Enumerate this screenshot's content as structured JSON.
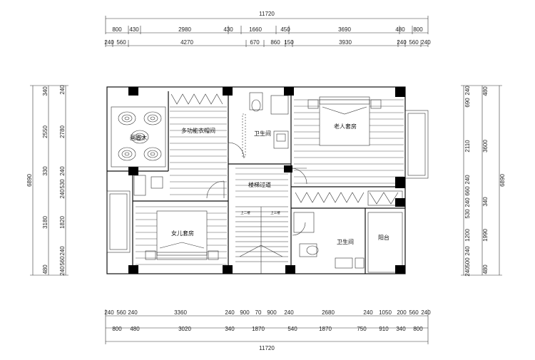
{
  "dimensions": {
    "top_total": "11720",
    "top_row1": [
      "800",
      "430",
      "2980",
      "430",
      "1660",
      "450",
      "3690",
      "480",
      "800"
    ],
    "top_row2": [
      "240",
      "560",
      "4270",
      "670",
      "860",
      "150",
      "3930",
      "240",
      "560",
      "240"
    ],
    "bottom_row1": [
      "240",
      "560",
      "240",
      "3360",
      "240",
      "900",
      "70",
      "900",
      "240",
      "2680",
      "240",
      "1050",
      "200",
      "560",
      "240"
    ],
    "bottom_row2": [
      "800",
      "480",
      "3020",
      "340",
      "1870",
      "540",
      "1870",
      "750",
      "910",
      "340",
      "800"
    ],
    "bottom_total": "11720",
    "left_total": "6890",
    "left_outer": [
      "340",
      "2550",
      "330",
      "3180",
      "480"
    ],
    "left_inner": [
      "240",
      "2780",
      "240",
      "530",
      "240",
      "1820",
      "240",
      "560",
      "240"
    ],
    "right_inner": [
      "240",
      "690",
      "2110",
      "240",
      "660",
      "240",
      "530",
      "1200",
      "240",
      "500",
      "240"
    ],
    "right_mid": [
      "480",
      "3600",
      "340",
      "1990",
      "480"
    ],
    "right_total": "6890"
  },
  "rooms": {
    "lounge": "画眉木",
    "walkin": "多功能衣帽间",
    "bath_upper": "卫生间",
    "elder_bedroom": "老人套房",
    "stair_corridor": "楼梯过道",
    "daughter_bedroom": "女儿套房",
    "bath_lower": "卫生间",
    "balcony": "阳台"
  },
  "stair_labels": {
    "left": "上二楼",
    "right": "上三楼"
  }
}
